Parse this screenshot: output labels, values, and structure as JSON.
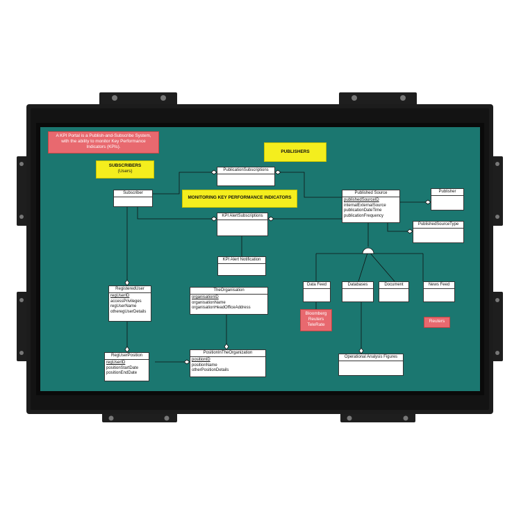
{
  "notes": {
    "intro": "A KPI Portal is a Publish-and-Subscribe System, with the ability to monitor Key Performance Indicators (KPIs).",
    "publishers": "PUBLISHERS",
    "subscribers_line1": "SUBSCRIBERS",
    "subscribers_line2": "(Users)",
    "monitoring": "MONITORING KEY PERFORMANCE INDICATORS",
    "bloomberg": [
      "Bloomberg",
      "Reuters",
      "TeleRate"
    ],
    "reuters": "Reuters"
  },
  "entities": {
    "publication_subscriptions": {
      "title": "PublicationSubscriptions",
      "keys": [],
      "attrs": []
    },
    "subscriber": {
      "title": "Subscriber",
      "keys": [],
      "attrs": []
    },
    "published_source": {
      "title": "Published Source",
      "keys": [
        "publishedSourceID"
      ],
      "attrs": [
        "internalExternalSource",
        "publicationDateTime",
        "publicationFrequency"
      ]
    },
    "publisher": {
      "title": "Publisher",
      "keys": [],
      "attrs": []
    },
    "published_source_type": {
      "title": "PublishedSourceType",
      "keys": [],
      "attrs": []
    },
    "kpi_alert_subscriptions": {
      "title": "KPI AlertSubscriptions",
      "keys": [],
      "attrs": []
    },
    "kpi_alert_notification": {
      "title": "KPI Alert Notification",
      "keys": [],
      "attrs": []
    },
    "registered_user": {
      "title": "RegisteredUser",
      "keys": [
        "regUserID"
      ],
      "attrs": [
        "accessPrivileges",
        "regUserName",
        "otheregUserDetails"
      ]
    },
    "the_organisation": {
      "title": "TheOrganisation",
      "keys": [
        "organisationID"
      ],
      "attrs": [
        "organisationName",
        "organisationHeadOfficeAddress"
      ]
    },
    "data_feed": {
      "title": "Data Feed",
      "keys": [],
      "attrs": []
    },
    "databases": {
      "title": "Databases",
      "keys": [],
      "attrs": []
    },
    "document": {
      "title": "Document",
      "keys": [],
      "attrs": []
    },
    "news_feed": {
      "title": "News Feed",
      "keys": [],
      "attrs": []
    },
    "reg_user_position": {
      "title": "RegUserPosition",
      "keys": [
        "regUserID"
      ],
      "attrs": [
        "positionStartDate",
        "positionEndDate"
      ]
    },
    "position_in_org": {
      "title": "PositionInTheOrganization",
      "keys": [
        "positionID"
      ],
      "attrs": [
        "positionName",
        "otherPositionDetails"
      ]
    },
    "operational_analysis": {
      "title": "Operational Analysis Figures",
      "keys": [],
      "attrs": []
    }
  },
  "colors": {
    "screen": "#1b7770",
    "bezel": "#1c1c1c",
    "note_red": "#e8696f",
    "note_yellow": "#f4ee1e"
  }
}
